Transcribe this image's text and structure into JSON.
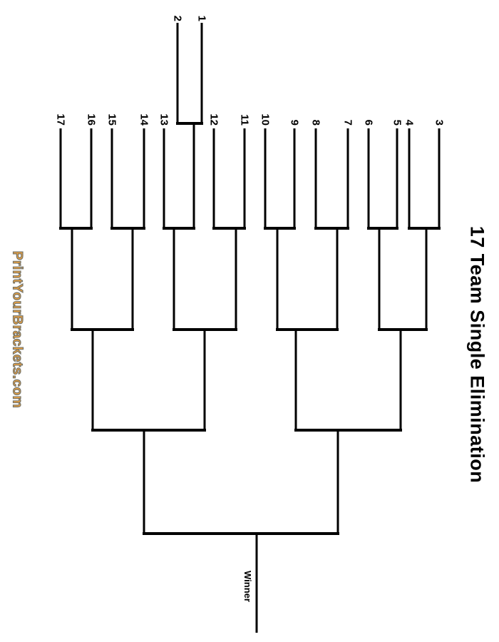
{
  "title": "17 Team Single Elimination",
  "watermark": "PrintYourBrackets.com",
  "winner_label": "Winner",
  "bracket": {
    "type": "single-elimination",
    "team_count": 17,
    "playin_teams": [
      "2",
      "1"
    ],
    "row_teams": [
      "17",
      "16",
      "15",
      "14",
      "13",
      "12",
      "11",
      "10",
      "9",
      "8",
      "7",
      "6",
      "5",
      "4",
      "3"
    ],
    "round1_matchups": [
      [
        "1",
        "2"
      ],
      [
        "17",
        "16"
      ],
      [
        "15",
        "14"
      ],
      [
        "13",
        "Winner of 1 vs 2"
      ],
      [
        "12",
        "11"
      ],
      [
        "10",
        "9"
      ],
      [
        "8",
        "7"
      ],
      [
        "6",
        "5"
      ],
      [
        "4",
        "3"
      ]
    ],
    "colors": {
      "line": "#000000",
      "text": "#000000",
      "watermark_fill": "#F2A33C",
      "watermark_outline": "#74746A"
    }
  }
}
